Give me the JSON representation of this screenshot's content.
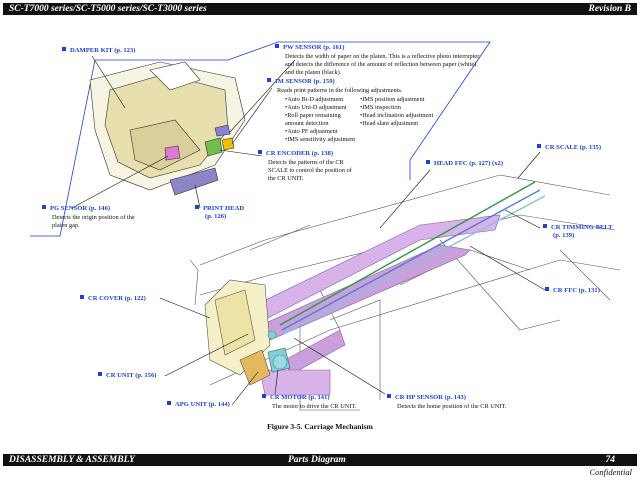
{
  "header": {
    "left": "SC-T7000 series/SC-T5000 series/SC-T3000 series",
    "right": "Revision B"
  },
  "footer": {
    "left": "DISASSEMBLY & ASSEMBLY",
    "center": "Parts Diagram",
    "right": "74",
    "confidential": "Confidential"
  },
  "caption": "Figure 3-5.  Carriage Mechanism",
  "labels": {
    "damper_kit": "DAMPER KIT (p. 123)",
    "pw_sensor": "PW SENSOR (p. 161)",
    "im_sensor": "IM SENSOR (p. 159)",
    "cr_encoder": "CR ENCODER (p. 138)",
    "pg_sensor": "PG SENSOR (p. 146)",
    "print_head": "PRINT HEAD",
    "print_head_page": "(p. 126)",
    "head_ffc": "HEAD FFC (p. 127) (x2)",
    "cr_scale": "CR SCALE (p. 135)",
    "cr_timming_belt": "CR TIMMING BELT",
    "cr_timming_belt_page": "(p. 139)",
    "cr_ffc": "CR FFC (p. 131)",
    "cr_cover": "CR COVER (p. 122)",
    "cr_unit": "CR UNIT (p. 156)",
    "apg_unit": "APG UNIT (p. 144)",
    "cr_motor": "CR MOTOR (p. 141)",
    "cr_hp_sensor": "CR HP SENSOR (p. 143)"
  },
  "descriptions": {
    "pw_sensor": "Detects the width of paper on the platen. This is a reflective photo interrupter and detects the difference of the amount of reflection between paper (white) and the platen (black).",
    "im_sensor": "Reads print patterns in the following adjustments.",
    "cr_encoder": "Detects the patterns of the CR SCALE to control the position of the CR UNIT.",
    "pg_sensor": "Detects the origin position of the platen gap.",
    "cr_motor": "The motor to drive the CR UNIT.",
    "cr_hp_sensor": "Detects the home position of the CR UNIT."
  },
  "im_adjustments_left": [
    "•Auto Bi-D adjustment",
    "•Auto Uni-D adjustment",
    "•Roll paper remaining",
    "  amount detection",
    "•Auto PF adjustment",
    "•IMS sensitivity adjustment"
  ],
  "im_adjustments_right": [
    "•IMS position adjustment",
    "•IMS inspection",
    "•Head inclination adjustment",
    "•Head slant adjustment"
  ],
  "colors": {
    "label_blue": "#1f3fd6",
    "ffc_purple": "#c9a0dc",
    "scale_green": "#2e9a45",
    "belt_blue": "#4a7fd0"
  }
}
